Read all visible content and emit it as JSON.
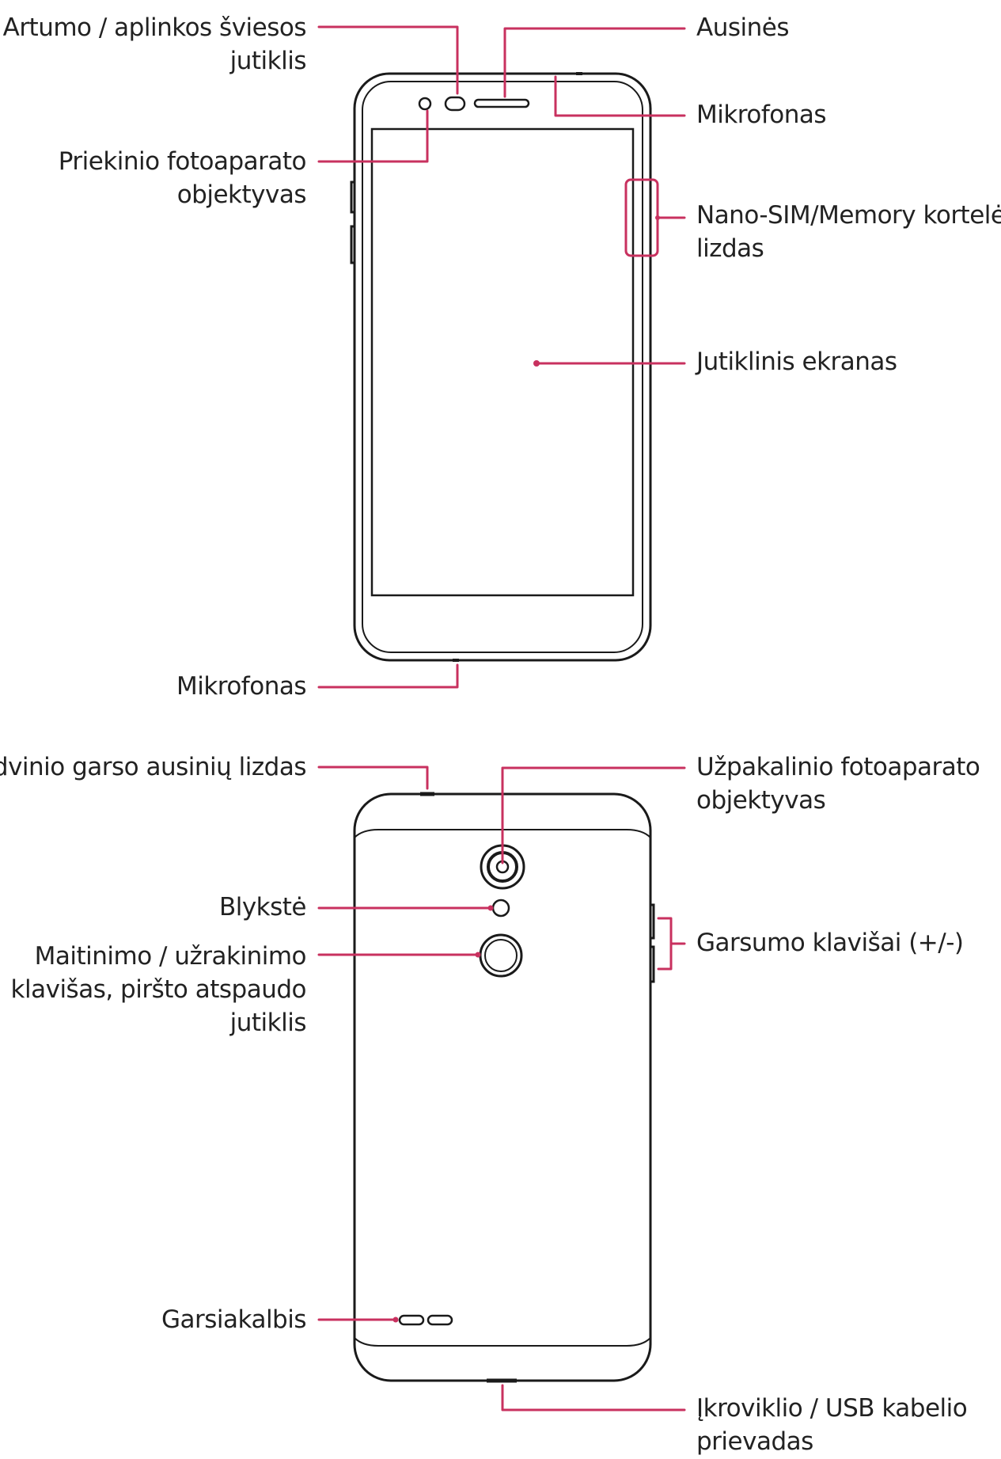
{
  "colors": {
    "leader": "#c8315f",
    "outline": "#1a1a1a",
    "text": "#222222",
    "background": "#ffffff"
  },
  "front_view": {
    "proximity_sensor": [
      "Artumo / aplinkos šviesos",
      "jutiklis"
    ],
    "earpiece": [
      "Ausinės"
    ],
    "microphone_top": [
      "Mikrofonas"
    ],
    "front_camera": [
      "Priekinio fotoaparato",
      "objektyvas"
    ],
    "sim_slot": [
      "Nano-SIM/Memory kortelės",
      "lizdas"
    ],
    "touch_screen": [
      "Jutiklinis ekranas"
    ],
    "microphone_bottom": [
      "Mikrofonas"
    ]
  },
  "back_view": {
    "headset_jack": [
      "Erdvinio garso ausinių lizdas"
    ],
    "rear_camera": [
      "Užpakalinio fotoaparato",
      "objektyvas"
    ],
    "flash": [
      "Blykstė"
    ],
    "power_key": [
      "Maitinimo / užrakinimo",
      "klavišas, piršto atspaudo",
      "jutiklis"
    ],
    "volume_keys": [
      "Garsumo klavišai (+/-)"
    ],
    "speaker": [
      "Garsiakalbis"
    ],
    "usb_port": [
      "Įkroviklio / USB kabelio",
      "prievadas"
    ]
  }
}
